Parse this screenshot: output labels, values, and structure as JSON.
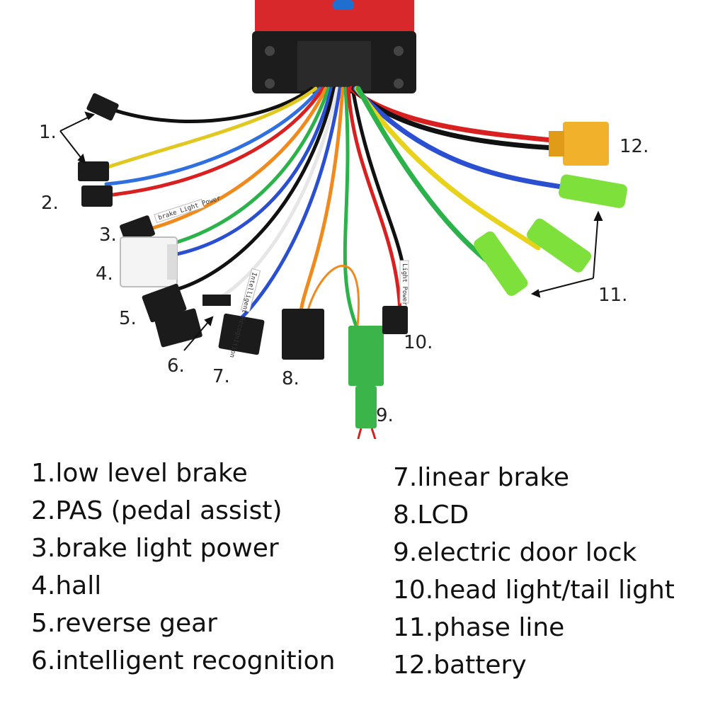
{
  "callouts": {
    "n1": "1.",
    "n2": "2.",
    "n3": "3.",
    "n4": "4.",
    "n5": "5.",
    "n6": "6.",
    "n7": "7.",
    "n8": "8.",
    "n9": "9.",
    "n10": "10.",
    "n11": "11.",
    "n12": "12."
  },
  "sleeve_labels": {
    "brake_light_power": "brake Light Power",
    "intelligent_recognition": "Intelligent Recognition",
    "light_power": "Light Power"
  },
  "legend": {
    "left": [
      "1.low level brake",
      "2.PAS (pedal assist)",
      "3.brake light power",
      "4.hall",
      "5.reverse gear",
      "6.intelligent recognition"
    ],
    "right": [
      "7.linear brake",
      "8.LCD",
      "9.electric door lock",
      "10.head light/tail light",
      "11.phase line",
      "12.battery"
    ]
  },
  "colors": {
    "controller_body": "#d8282c",
    "battery_connector": "#f2b12a",
    "door_lock_connector": "#3bb54a",
    "phase_terminals": "#7ee03a"
  }
}
